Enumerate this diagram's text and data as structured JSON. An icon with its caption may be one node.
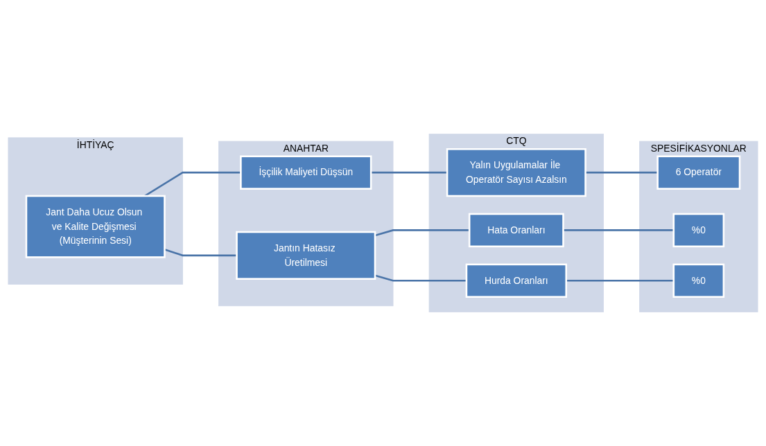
{
  "diagram": {
    "nodes": [
      {
        "text": [
          "İHTİYAÇ"
        ]
      },
      {
        "text": [
          "Jant Daha Ucuz Olsun ve Kalite Değişmesi (Müşterinin Sesi)"
        ],
        "in": 0
      },
      {
        "text": [
          "ANAHTAR"
        ]
      },
      {
        "text": [
          "İşçilik Maliyeti Düşsün"
        ],
        "in": 2
      },
      {
        "text": [
          "Jantın Hatasız Üretilmesi"
        ],
        "in": 2
      },
      {
        "text": [
          "CTQ"
        ]
      },
      {
        "text": [
          "Yalın Uygulamalar İle Operatör Sayısı Azalsın"
        ],
        "in": 5
      },
      {
        "text": [
          "Hata Oranları"
        ],
        "in": 5
      },
      {
        "text": [
          "Hurda Oranları"
        ],
        "in": 5
      },
      {
        "text": [
          "SPESİFİKASYONLAR"
        ]
      },
      {
        "text": [
          "6 Operatör"
        ],
        "in": 9
      },
      {
        "text": [
          "%0"
        ],
        "in": 9
      },
      {
        "text": [
          "%0"
        ],
        "in": 9
      }
    ],
    "edges": [
      {
        "from": 1,
        "to": 3,
        "arrow": "none"
      },
      {
        "from": 1,
        "to": 4,
        "arrow": "none"
      },
      {
        "from": 3,
        "to": 6,
        "arrow": "none"
      },
      {
        "from": 4,
        "to": 7,
        "arrow": "none"
      },
      {
        "from": 4,
        "to": 8,
        "arrow": "none"
      },
      {
        "from": 6,
        "to": 10,
        "arrow": "none"
      },
      {
        "from": 7,
        "to": 11,
        "arrow": "none"
      },
      {
        "from": 8,
        "to": 12,
        "arrow": "none"
      }
    ]
  }
}
